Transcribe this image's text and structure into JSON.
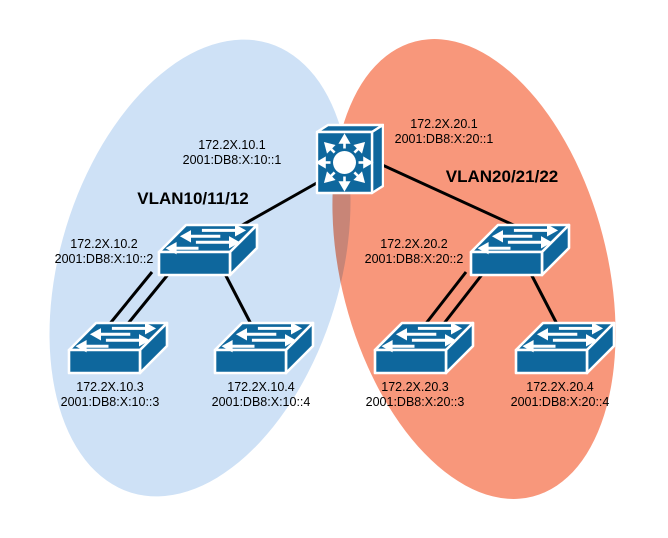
{
  "colors": {
    "zone_vlan10_fill": "#cee1f6",
    "zone_vlan20_fill": "#f8977b",
    "device_fill": "#0e679d",
    "link_color": "#000000"
  },
  "zones": [
    {
      "label": "VLAN10/11/12"
    },
    {
      "label": "VLAN20/21/22"
    }
  ],
  "devices": {
    "router": {
      "type": "multilayer-switch",
      "interfaces": [
        {
          "ip": "172.2X.10.1",
          "ipv6": "2001:DB8:X:10::1"
        },
        {
          "ip": "172.2X.20.1",
          "ipv6": "2001:DB8:X:20::1"
        }
      ]
    },
    "dist_vlan10": {
      "type": "switch",
      "ip": "172.2X.10.2",
      "ipv6": "2001:DB8:X:10::2"
    },
    "dist_vlan20": {
      "type": "switch",
      "ip": "172.2X.20.2",
      "ipv6": "2001:DB8:X:20::2"
    },
    "access_vlan10_a": {
      "type": "switch",
      "ip": "172.2X.10.3",
      "ipv6": "2001:DB8:X:10::3"
    },
    "access_vlan10_b": {
      "type": "switch",
      "ip": "172.2X.10.4",
      "ipv6": "2001:DB8:X:10::4"
    },
    "access_vlan20_a": {
      "type": "switch",
      "ip": "172.2X.20.3",
      "ipv6": "2001:DB8:X:20::3"
    },
    "access_vlan20_b": {
      "type": "switch",
      "ip": "172.2X.20.4",
      "ipv6": "2001:DB8:X:20::4"
    }
  },
  "links": [
    {
      "from": "router",
      "to": "dist_vlan10",
      "count": 1
    },
    {
      "from": "router",
      "to": "dist_vlan20",
      "count": 1
    },
    {
      "from": "dist_vlan10",
      "to": "access_vlan10_a",
      "count": 2
    },
    {
      "from": "dist_vlan10",
      "to": "access_vlan10_b",
      "count": 1
    },
    {
      "from": "dist_vlan20",
      "to": "access_vlan20_a",
      "count": 2
    },
    {
      "from": "dist_vlan20",
      "to": "access_vlan20_b",
      "count": 1
    }
  ]
}
